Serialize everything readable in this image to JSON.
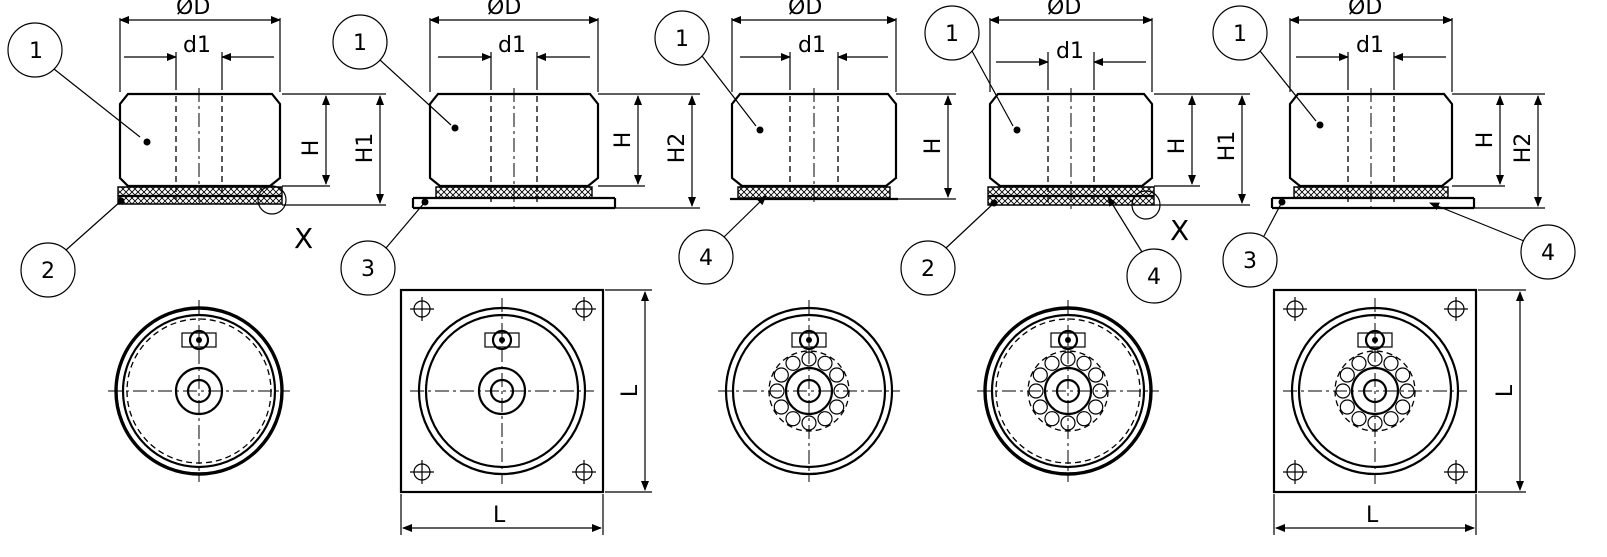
{
  "dimension_labels": {
    "diameter": "ØD",
    "inner_diameter": "d1",
    "height": "H",
    "height_1": "H1",
    "height_2": "H2",
    "length": "L"
  },
  "detail_marker": "X",
  "callouts": {
    "one": "1",
    "two": "2",
    "three": "3",
    "four": "4"
  }
}
